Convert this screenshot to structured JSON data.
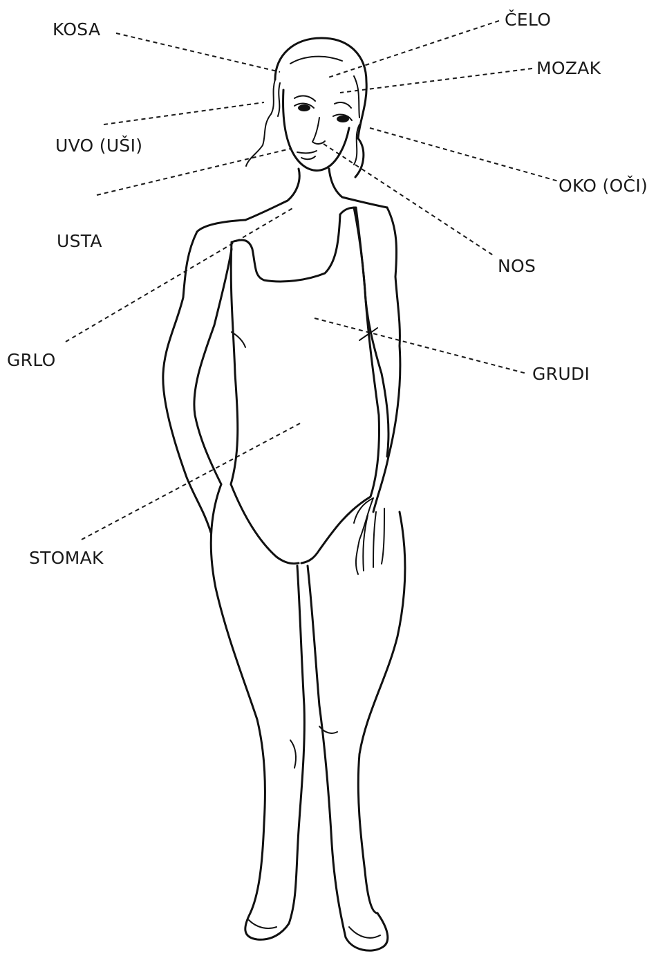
{
  "figure": {
    "illustration_icon": "female-body-outline",
    "labels": {
      "kosa": "KOSA",
      "celo": "ČELO",
      "mozak": "MOZAK",
      "uvo": "UVO (UŠI)",
      "oko": "OKO (OČI)",
      "usta": "USTA",
      "nos": "NOS",
      "grlo": "GRLO",
      "grudi": "GRUDI",
      "stomak": "STOMAK"
    }
  }
}
